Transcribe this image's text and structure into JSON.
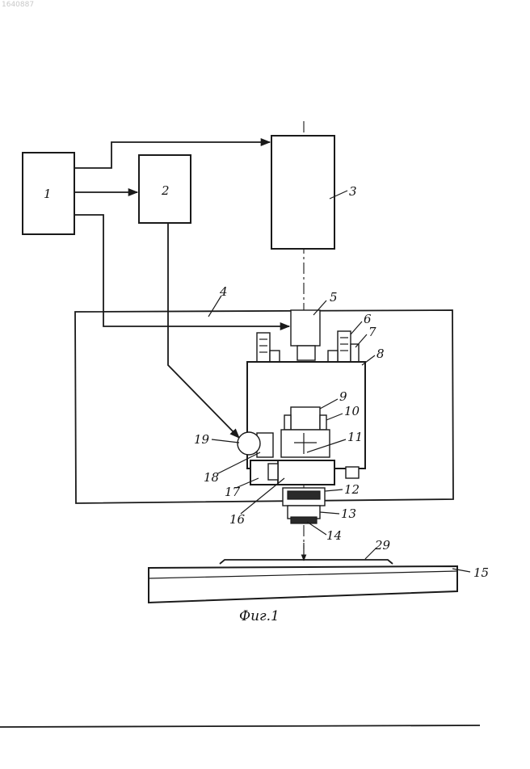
{
  "corner_code": "1640887",
  "caption": "Фиг.1",
  "labels": {
    "l1": "1",
    "l2": "2",
    "l3": "3",
    "l4": "4",
    "l5": "5",
    "l6": "6",
    "l7": "7",
    "l8": "8",
    "l9": "9",
    "l10": "10",
    "l11": "11",
    "l12": "12",
    "l13": "13",
    "l14": "14",
    "l15": "15",
    "l16": "16",
    "l17": "17",
    "l18": "18",
    "l19": "19",
    "l29": "29"
  }
}
